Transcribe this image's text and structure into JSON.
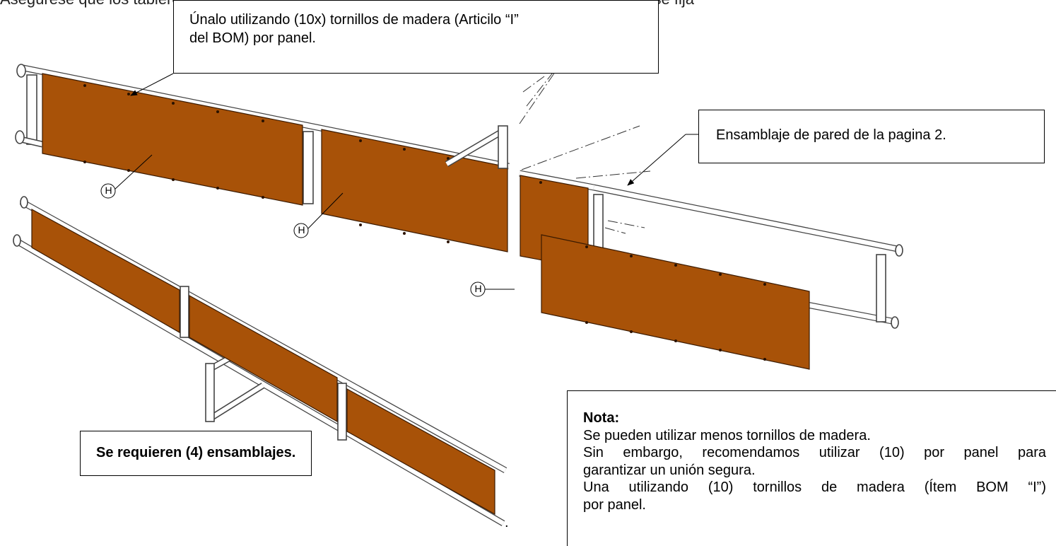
{
  "header_fragment": "Asegúrese que los tableros del costado miren hacia el exterior de la superficie de la cerca que se fija",
  "callouts": {
    "screws": {
      "line1": "Únalo utilizando (10x) tornillos de madera (Articilo “I”",
      "line2": "del BOM) por panel."
    },
    "wall_assembly": "Ensamblaje de pared de la pagina 2.",
    "required": "Se requieren (4) ensamblajes."
  },
  "note": {
    "title": "Nota:",
    "lines": [
      "Se pueden utilizar menos tornillos de madera.",
      "Sin embargo, recomendamos utilizar (10) por panel para",
      "garantizar un unión segura.",
      "Una utilizando (10) tornillos de madera (Ítem BOM “I”)",
      "por panel."
    ]
  },
  "part_label": "H",
  "stray_period": ".",
  "colors": {
    "panel": "#a85208",
    "pipe_stroke": "#444444",
    "pipe_fill": "#ffffff",
    "screw": "#2a1200"
  }
}
